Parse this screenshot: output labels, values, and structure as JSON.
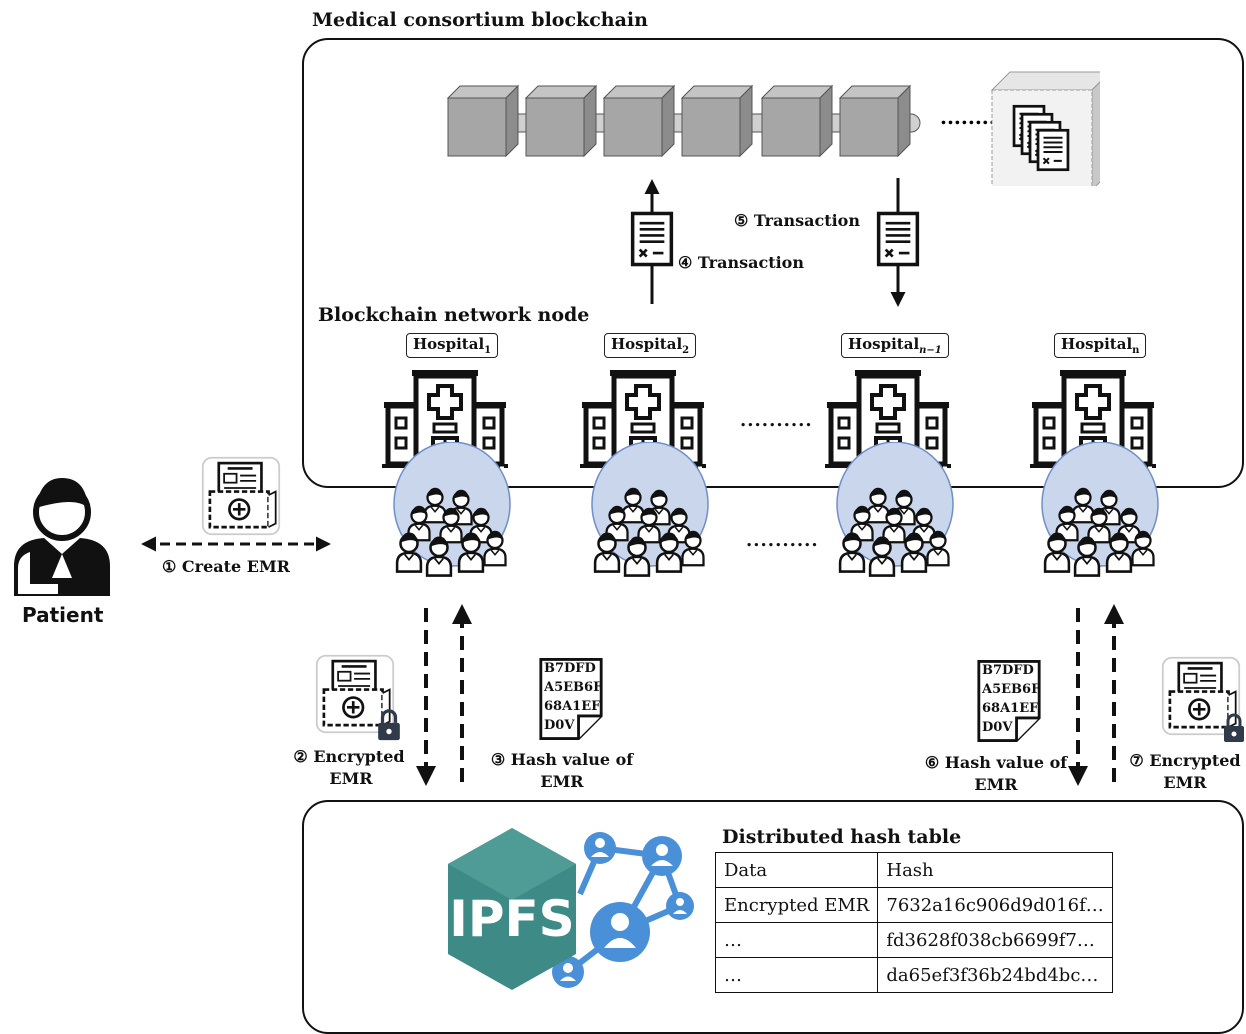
{
  "titles": {
    "blockchain": "Medical consortium blockchain",
    "network_node": "Blockchain network node",
    "dht": "Distributed hash table"
  },
  "hospitals": [
    {
      "name": "Hospital",
      "sub": "1"
    },
    {
      "name": "Hospital",
      "sub": "2"
    },
    {
      "name": "Hospital",
      "sub": "n−1"
    },
    {
      "name": "Hospital",
      "sub": "n"
    }
  ],
  "ellipsis": "..........",
  "patient": "Patient",
  "steps": {
    "s1": "① Create EMR",
    "s2_line1": "②  Encrypted",
    "s2_line2": "EMR",
    "s3_line1": "③ Hash value of",
    "s3_line2": "EMR",
    "s4": "④ Transaction",
    "s5": "⑤ Transaction",
    "s6_line1": "⑥  Hash value of",
    "s6_line2": "EMR",
    "s7_line1": "⑦ Encrypted",
    "s7_line2": "EMR"
  },
  "hash_doc": [
    "B7DFD",
    "A5EB6F",
    "68A1EF",
    "D0V"
  ],
  "ipfs_label": "IPFS",
  "table": {
    "headers": [
      "Data",
      "Hash"
    ],
    "rows": [
      [
        "Encrypted EMR",
        "7632a16c906d9d016f…"
      ],
      [
        "…",
        "fd3628f038cb6699f7…"
      ],
      [
        "…",
        "da65ef3f36b24bd4bc…"
      ]
    ]
  },
  "colors": {
    "block": "#a6a6a6",
    "ellipse": "#c9d6ec",
    "ipfs": "#3d8a86",
    "network": "#4a90d9"
  }
}
